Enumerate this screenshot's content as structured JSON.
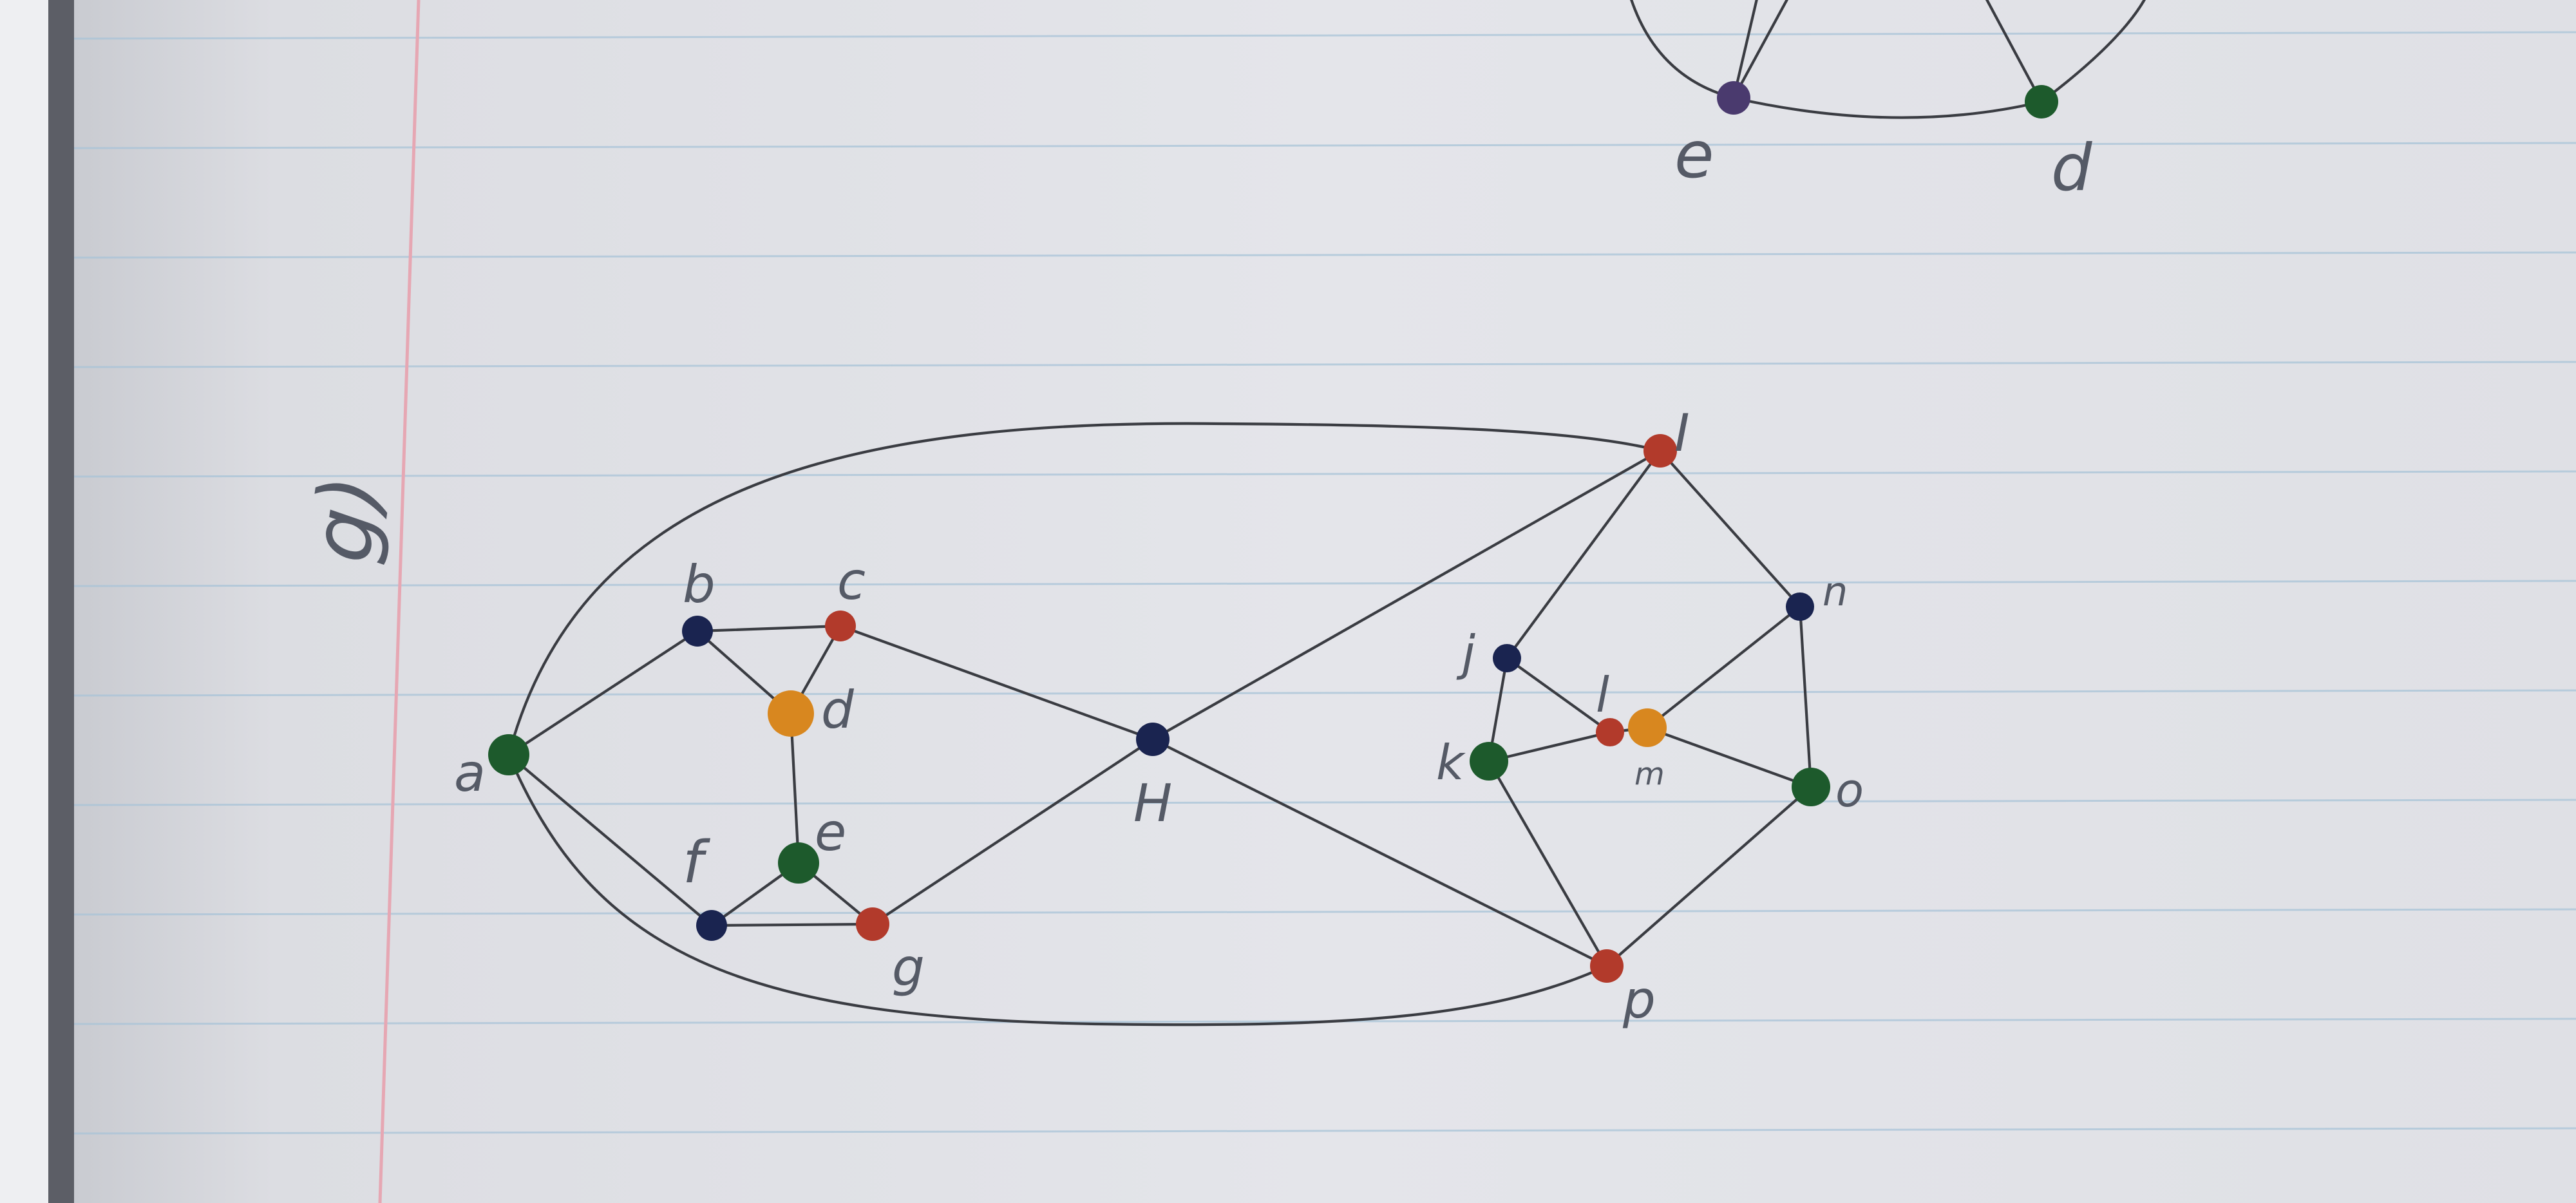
{
  "page": {
    "problem_label": "g)"
  },
  "colors": {
    "green": "#1d5a2c",
    "red": "#b23a2b",
    "blue": "#1a2450",
    "orange": "#d8871f",
    "purple": "#4a3a6e",
    "paper": "#e3e4e9",
    "margin_line": "#e6a7b3",
    "rule_line": "#a9c4d8",
    "pencil": "#3a3c42"
  },
  "main_graph": {
    "vertices": [
      {
        "id": "a",
        "label": "a",
        "color": "green"
      },
      {
        "id": "b",
        "label": "b",
        "color": "blue"
      },
      {
        "id": "c",
        "label": "c",
        "color": "red"
      },
      {
        "id": "d",
        "label": "d",
        "color": "orange"
      },
      {
        "id": "e",
        "label": "e",
        "color": "green"
      },
      {
        "id": "f",
        "label": "f",
        "color": "blue"
      },
      {
        "id": "g",
        "label": "g",
        "color": "red"
      },
      {
        "id": "H",
        "label": "H",
        "color": "blue"
      },
      {
        "id": "I",
        "label": "I",
        "color": "red"
      },
      {
        "id": "j",
        "label": "j",
        "color": "blue"
      },
      {
        "id": "k",
        "label": "k",
        "color": "green"
      },
      {
        "id": "l",
        "label": "l",
        "color": "red"
      },
      {
        "id": "m",
        "label": "m",
        "color": "orange"
      },
      {
        "id": "n",
        "label": "n",
        "color": "blue"
      },
      {
        "id": "o",
        "label": "o",
        "color": "green"
      },
      {
        "id": "p",
        "label": "p",
        "color": "red"
      }
    ],
    "edges": [
      [
        "a",
        "b"
      ],
      [
        "a",
        "f"
      ],
      [
        "a",
        "I"
      ],
      [
        "a",
        "p"
      ],
      [
        "b",
        "c"
      ],
      [
        "b",
        "d"
      ],
      [
        "c",
        "d"
      ],
      [
        "c",
        "H"
      ],
      [
        "d",
        "e"
      ],
      [
        "e",
        "f"
      ],
      [
        "e",
        "g"
      ],
      [
        "f",
        "g"
      ],
      [
        "g",
        "H"
      ],
      [
        "H",
        "I"
      ],
      [
        "H",
        "p"
      ],
      [
        "I",
        "j"
      ],
      [
        "I",
        "n"
      ],
      [
        "j",
        "k"
      ],
      [
        "j",
        "l"
      ],
      [
        "k",
        "l"
      ],
      [
        "k",
        "p"
      ],
      [
        "l",
        "m"
      ],
      [
        "m",
        "n"
      ],
      [
        "m",
        "o"
      ],
      [
        "n",
        "o"
      ],
      [
        "o",
        "p"
      ]
    ]
  },
  "partial_graph_top": {
    "vertices": [
      {
        "id": "e2",
        "label": "e",
        "color": "purple"
      },
      {
        "id": "d2",
        "label": "d",
        "color": "green"
      }
    ]
  }
}
